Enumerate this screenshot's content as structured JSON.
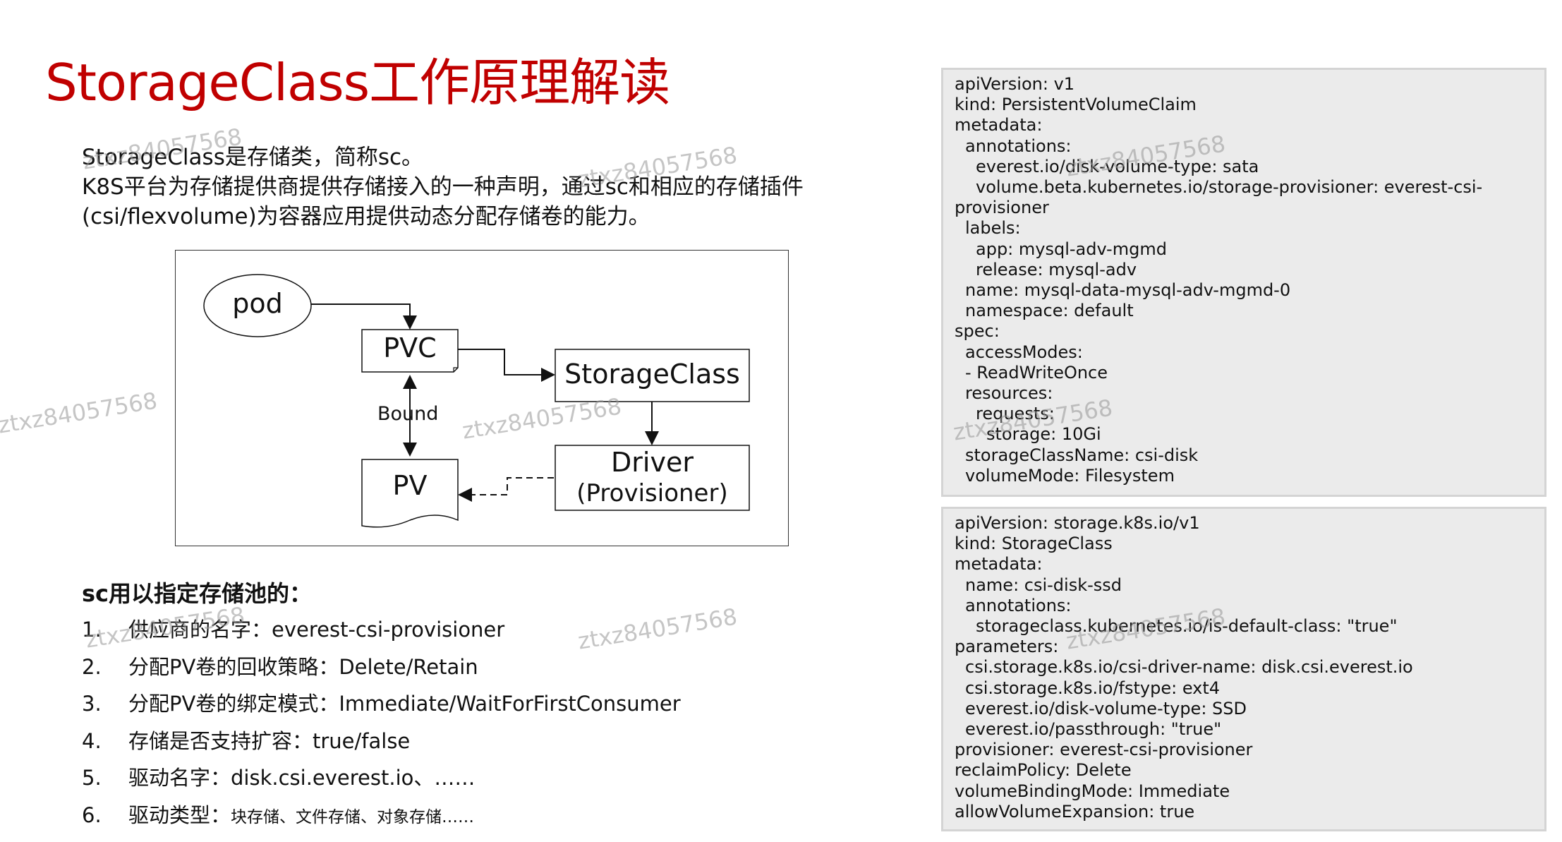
{
  "title": "StorageClass工作原理解读",
  "intro": {
    "line1": "StorageClass是存储类，简称sc。",
    "line2": "K8S平台为存储提供商提供存储接入的一种声明，通过sc和相应的存储插件",
    "line3": "(csi/flexvolume)为容器应用提供动态分配存储卷的能力。"
  },
  "diagram": {
    "pod": "pod",
    "pvc": "PVC",
    "storageclass": "StorageClass",
    "driver": "Driver",
    "provisioner": "(Provisioner)",
    "pv": "PV",
    "bound": "Bound"
  },
  "sc_section": {
    "heading": "sc用以指定存储池的：",
    "items": [
      {
        "num": "1.",
        "text": "供应商的名字：everest-csi-provisioner"
      },
      {
        "num": "2.",
        "text": "分配PV卷的回收策略：Delete/Retain"
      },
      {
        "num": "3.",
        "text": "分配PV卷的绑定模式：Immediate/WaitForFirstConsumer"
      },
      {
        "num": "4.",
        "text": "存储是否支持扩容：true/false"
      },
      {
        "num": "5.",
        "text": "驱动名字：disk.csi.everest.io、……"
      },
      {
        "num": "6.",
        "text": "驱动类型：",
        "small": "块存储、文件存储、对象存储……"
      }
    ]
  },
  "pvc_yaml": [
    {
      "t": "apiVersion: v1",
      "i": 0
    },
    {
      "t": "kind: PersistentVolumeClaim",
      "i": 0
    },
    {
      "t": "metadata:",
      "i": 0
    },
    {
      "t": "annotations:",
      "i": 1
    },
    {
      "t": "everest.io/disk-volume-type: sata",
      "i": 2
    },
    {
      "t": "volume.beta.kubernetes.io/storage-provisioner: everest-csi-",
      "i": 2
    },
    {
      "t": "provisioner",
      "i": 0
    },
    {
      "t": "labels:",
      "i": 1
    },
    {
      "t": "app: mysql-adv-mgmd",
      "i": 2
    },
    {
      "t": "release: mysql-adv",
      "i": 2
    },
    {
      "t": "name: mysql-data-mysql-adv-mgmd-0",
      "i": 1
    },
    {
      "t": "namespace: default",
      "i": 1
    },
    {
      "t": "spec:",
      "i": 0
    },
    {
      "t": "accessModes:",
      "i": 1
    },
    {
      "t": "- ReadWriteOnce",
      "i": 1
    },
    {
      "t": "resources:",
      "i": 1
    },
    {
      "t": "requests:",
      "i": 2
    },
    {
      "t": "storage: 10Gi",
      "i": 3
    },
    {
      "t": "storageClassName: csi-disk",
      "i": 1
    },
    {
      "t": "volumeMode: Filesystem",
      "i": 1
    }
  ],
  "sc_yaml": [
    {
      "t": "apiVersion: storage.k8s.io/v1",
      "i": 0
    },
    {
      "t": "kind: StorageClass",
      "i": 0
    },
    {
      "t": "metadata:",
      "i": 0
    },
    {
      "t": "name: csi-disk-ssd",
      "i": 1
    },
    {
      "t": "annotations:",
      "i": 1
    },
    {
      "t": "storageclass.kubernetes.io/is-default-class: \"true\"",
      "i": 2
    },
    {
      "t": "parameters:",
      "i": 0
    },
    {
      "t": "csi.storage.k8s.io/csi-driver-name: disk.csi.everest.io",
      "i": 1
    },
    {
      "t": "csi.storage.k8s.io/fstype: ext4",
      "i": 1
    },
    {
      "t": "everest.io/disk-volume-type: SSD",
      "i": 1
    },
    {
      "t": "everest.io/passthrough: \"true\"",
      "i": 1
    },
    {
      "t": "provisioner: everest-csi-provisioner",
      "i": 0
    },
    {
      "t": "reclaimPolicy: Delete",
      "i": 0
    },
    {
      "t": "volumeBindingMode: Immediate",
      "i": 0
    },
    {
      "t": "allowVolumeExpansion: true",
      "i": 0
    }
  ],
  "watermark": "ztxz84057568"
}
